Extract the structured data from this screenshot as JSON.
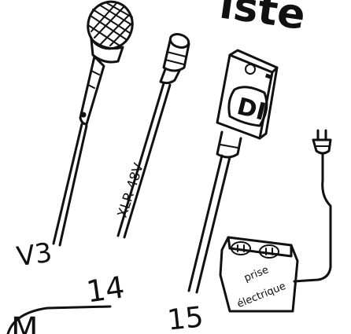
{
  "title_fragment": "iste",
  "labels": {
    "mic_number": "V3",
    "xlr_number": "14",
    "di_number": "15",
    "cable_note": "XLR 48V",
    "di_box_text": "DI",
    "outlet_line1": "prise",
    "outlet_line2": "électrique",
    "bottom_fragment": "M"
  },
  "colors": {
    "ink": "#111111",
    "paper": "#ffffff"
  }
}
